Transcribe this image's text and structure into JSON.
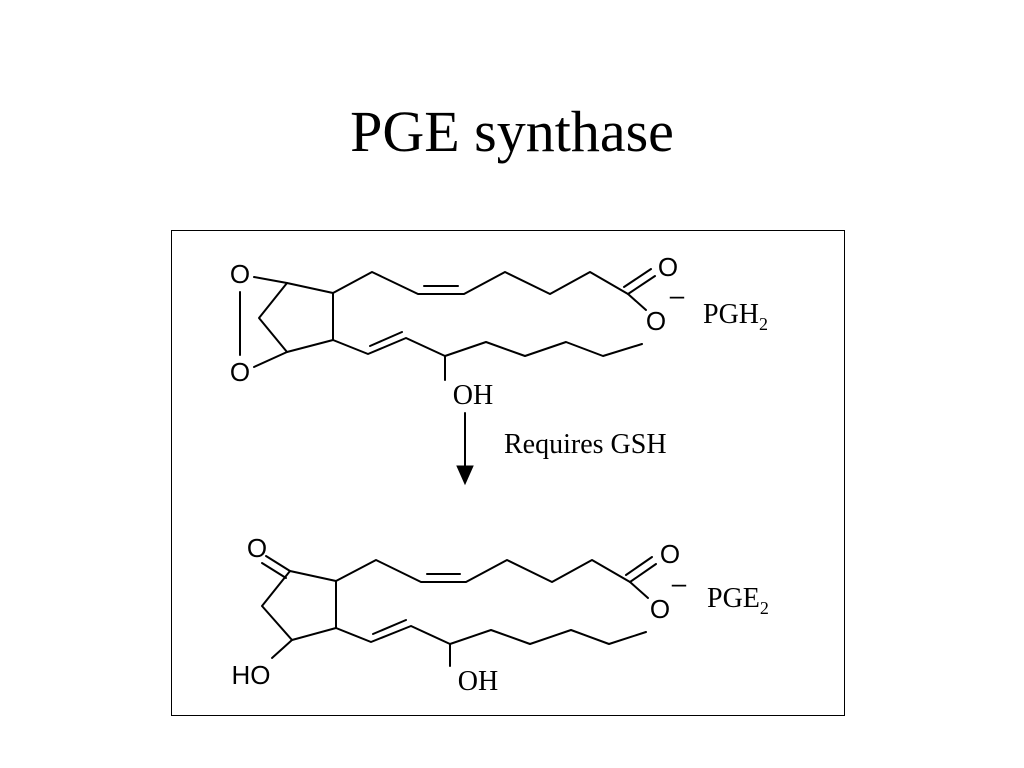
{
  "slide": {
    "title": "PGE synthase"
  },
  "reaction": {
    "condition": "Requires GSH",
    "substrate": {
      "name": "PGH",
      "subscript": "2",
      "atoms": {
        "ring_oxygen_top": "O",
        "ring_oxygen_bottom": "O",
        "carbonyl_oxygen": "O",
        "carboxylate_oxygen": "O",
        "charge": "–",
        "hydroxyl": "OH"
      }
    },
    "product": {
      "name": "PGE",
      "subscript": "2",
      "atoms": {
        "ketone_oxygen": "O",
        "ring_hydroxyl": "HO",
        "carbonyl_oxygen": "O",
        "carboxylate_oxygen": "O",
        "charge": "–",
        "hydroxyl": "OH"
      }
    }
  }
}
